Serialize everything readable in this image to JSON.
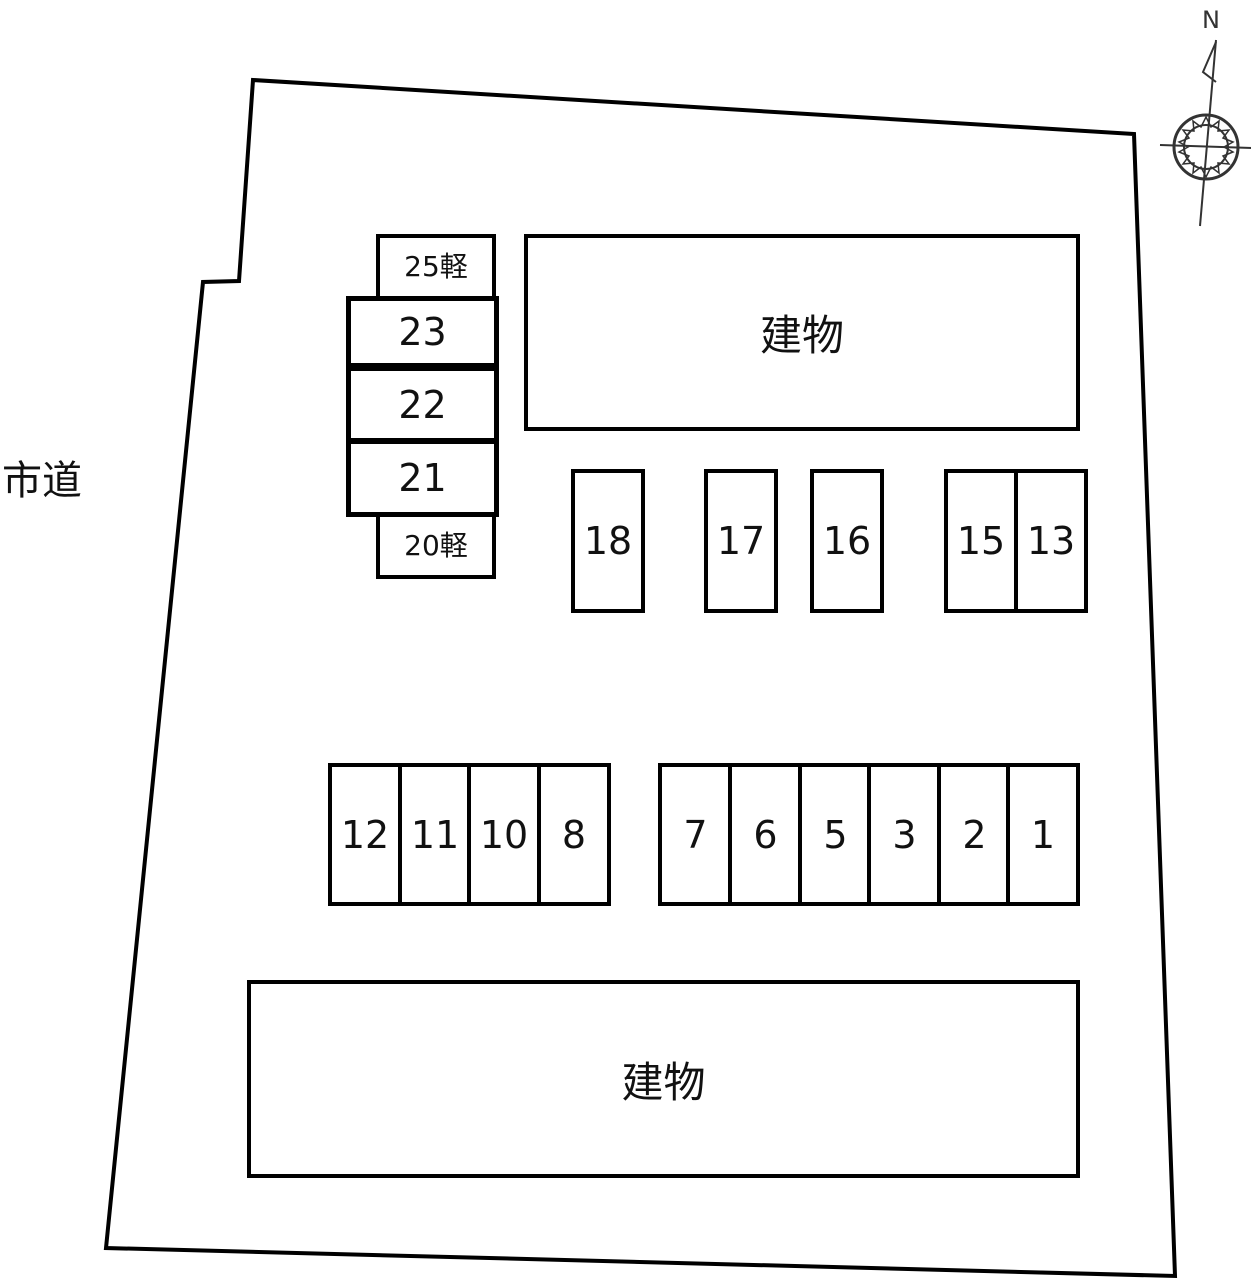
{
  "road_label": "市道",
  "compass": {
    "north_label": "N"
  },
  "buildings": [
    {
      "id": "building-north",
      "label": "建物"
    },
    {
      "id": "building-south",
      "label": "建物"
    }
  ],
  "west_column": [
    {
      "label": "25軽"
    },
    {
      "label": "23"
    },
    {
      "label": "22"
    },
    {
      "label": "21"
    },
    {
      "label": "20軽"
    }
  ],
  "middle_row": [
    {
      "label": "18"
    },
    {
      "label": "17"
    },
    {
      "label": "16"
    },
    {
      "label": "15"
    },
    {
      "label": "13"
    }
  ],
  "south_row_left": [
    {
      "label": "12"
    },
    {
      "label": "11"
    },
    {
      "label": "10"
    },
    {
      "label": "8"
    }
  ],
  "south_row_right": [
    {
      "label": "7"
    },
    {
      "label": "6"
    },
    {
      "label": "5"
    },
    {
      "label": "3"
    },
    {
      "label": "2"
    },
    {
      "label": "1"
    }
  ]
}
